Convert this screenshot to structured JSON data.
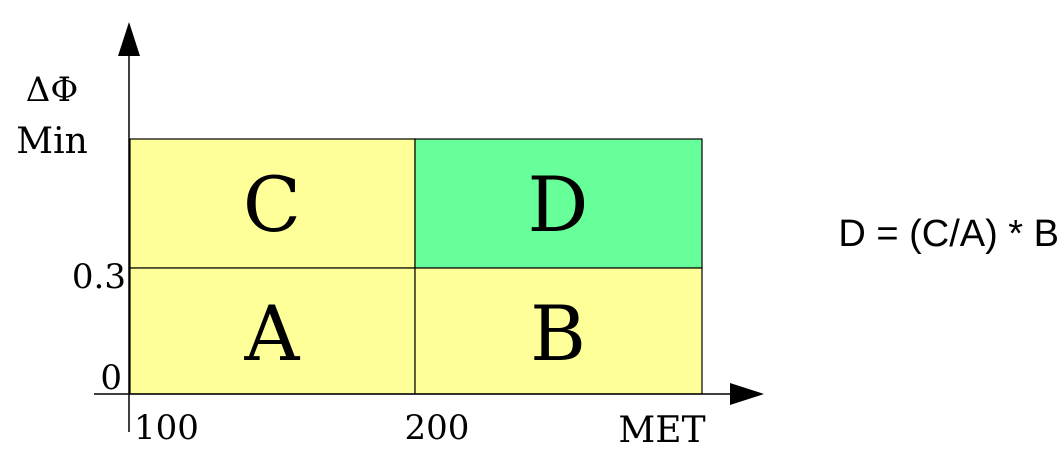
{
  "axes": {
    "y_label_line1": "ΔΦ",
    "y_label_line2": "Min",
    "x_label": "MET",
    "y_ticks": [
      "0",
      "0.3"
    ],
    "x_ticks": [
      "100",
      "200"
    ]
  },
  "regions": {
    "A": "A",
    "B": "B",
    "C": "C",
    "D": "D"
  },
  "formula": "D = (C/A) * B",
  "colors": {
    "region_fill": "#ffff99",
    "highlight_fill": "#66ff99",
    "line": "#000000"
  }
}
